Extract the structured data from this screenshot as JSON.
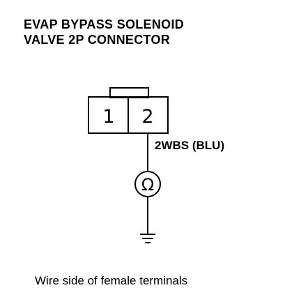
{
  "title": {
    "line1": "EVAP BYPASS SOLENOID",
    "line2": "VALVE 2P CONNECTOR"
  },
  "connector": {
    "pins": [
      "1",
      "2"
    ]
  },
  "wire": {
    "label": "2WBS (BLU)",
    "color": "#000000"
  },
  "meter": {
    "symbol": "Ω",
    "icon": "ohmmeter-icon"
  },
  "ground": {
    "icon": "ground-icon"
  },
  "caption": "Wire side of female terminals"
}
